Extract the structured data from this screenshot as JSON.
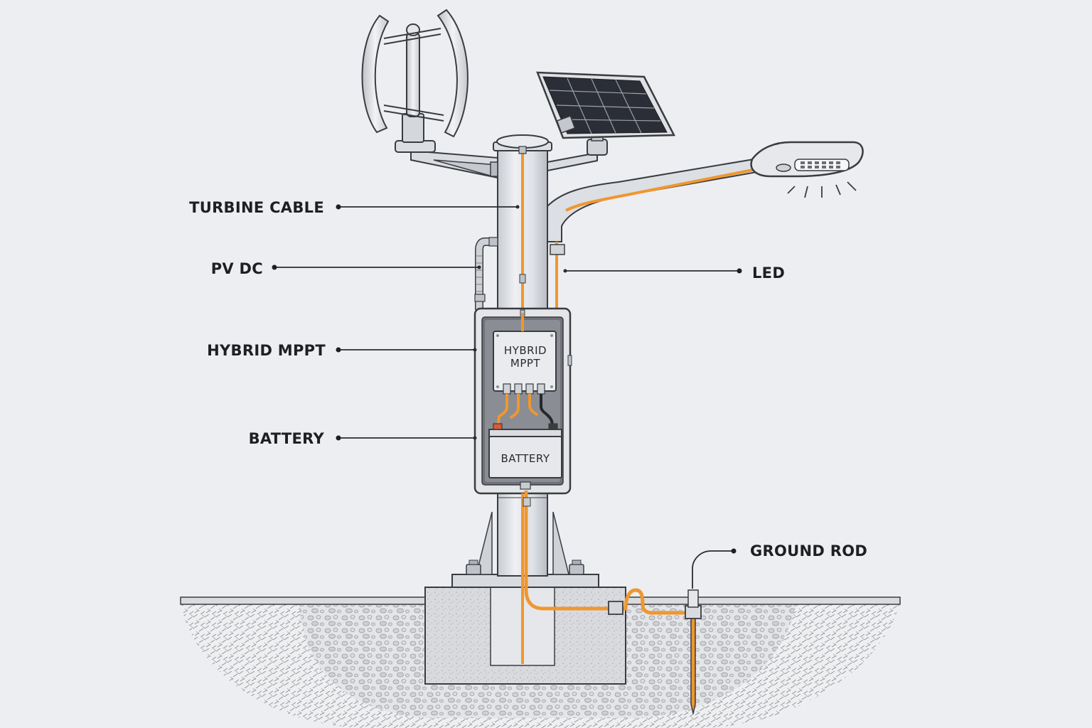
{
  "labels": {
    "turbine_cable": "TURBINE CABLE",
    "pv_dc": "PV DC",
    "hybrid_mppt": "HYBRID MPPT",
    "battery": "BATTERY",
    "led": "LED",
    "ground_rod": "GROUND ROD"
  },
  "inner_labels": {
    "mppt_line1": "HYBRID",
    "mppt_line2": "MPPT",
    "battery": "BATTERY"
  },
  "colors": {
    "background": "#eceef2",
    "cable": "#f0972e",
    "metal": "#d6d9de",
    "outline": "#3a3c40",
    "label_text": "#1e1f22"
  }
}
